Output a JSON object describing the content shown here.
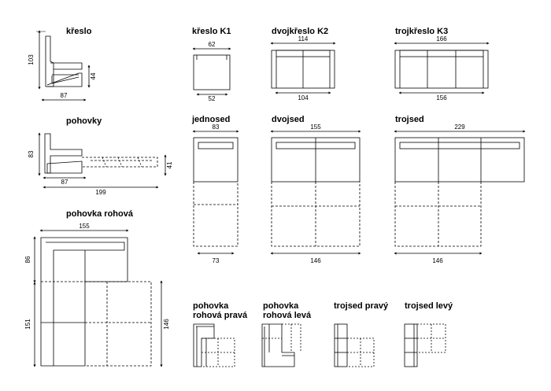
{
  "labels": {
    "kreslo": "křeslo",
    "pohovky": "pohovky",
    "pohovka_rohova": "pohovka rohová",
    "kreslo_k1": "křeslo K1",
    "dvojkreslo_k2": "dvojkřeslo K2",
    "trojkreslo_k3": "trojkřeslo K3",
    "jednosed": "jednosed",
    "dvojsed": "dvojsed",
    "trojsed": "trojsed",
    "pohovka_rohova_prava_1": "pohovka",
    "pohovka_rohova_prava_2": "rohová pravá",
    "pohovka_rohova_leva_1": "pohovka",
    "pohovka_rohova_leva_2": "rohová levá",
    "trojsed_pravy": "trojsed pravý",
    "trojsed_levy": "trojsed levý"
  },
  "dims": {
    "kreslo_h": "103",
    "kreslo_seat_h": "44",
    "kreslo_d": "87",
    "pohovky_h": "83",
    "pohovky_d": "87",
    "pohovky_seat_h": "41",
    "pohovky_open": "199",
    "rohova_w": "155",
    "rohova_top": "86",
    "rohova_bottom": "151",
    "rohova_bed": "146",
    "k1_top": "62",
    "k1_bottom": "52",
    "k2_top": "114",
    "k2_bottom": "104",
    "k3_top": "166",
    "k3_bottom": "156",
    "jed_top": "83",
    "jed_bottom": "73",
    "dvoj_top": "155",
    "dvoj_bottom": "146",
    "troj_top": "229",
    "troj_bottom": "146"
  }
}
